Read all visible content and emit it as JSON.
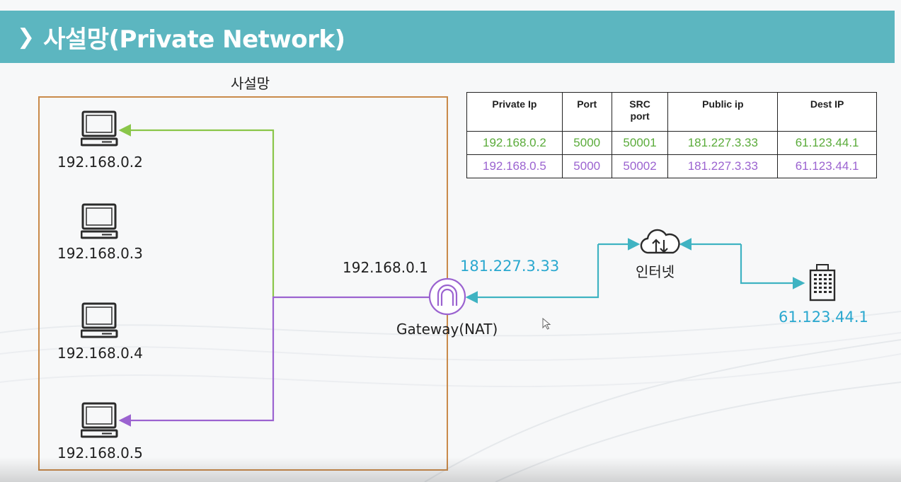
{
  "header": {
    "chevron": "❯",
    "title": "사설망(Private Network)"
  },
  "private_network_label": "사설망",
  "hosts": [
    "192.168.0.2",
    "192.168.0.3",
    "192.168.0.4",
    "192.168.0.5"
  ],
  "gateway": {
    "private_ip": "192.168.0.1",
    "public_ip": "181.227.3.33",
    "label": "Gateway(NAT)"
  },
  "internet": {
    "label": "인터넷"
  },
  "server": {
    "ip": "61.123.44.1"
  },
  "table": {
    "headers": [
      "Private Ip",
      "Port",
      "SRC\nport",
      "Public ip",
      "Dest IP"
    ],
    "rows": [
      [
        "192.168.0.2",
        "5000",
        "50001",
        "181.227.3.33",
        "61.123.44.1"
      ],
      [
        "192.168.0.5",
        "5000",
        "50002",
        "181.227.3.33",
        "61.123.44.1"
      ]
    ]
  },
  "colors": {
    "header_bg": "#5cb6c0",
    "green": "#8ac64a",
    "purple": "#9b63d0",
    "teal": "#3fb3c2",
    "box_border": "#c98a4a"
  },
  "icons": [
    "monitor-icon",
    "gateway-icon",
    "cloud-icon",
    "building-icon",
    "cursor-icon"
  ]
}
